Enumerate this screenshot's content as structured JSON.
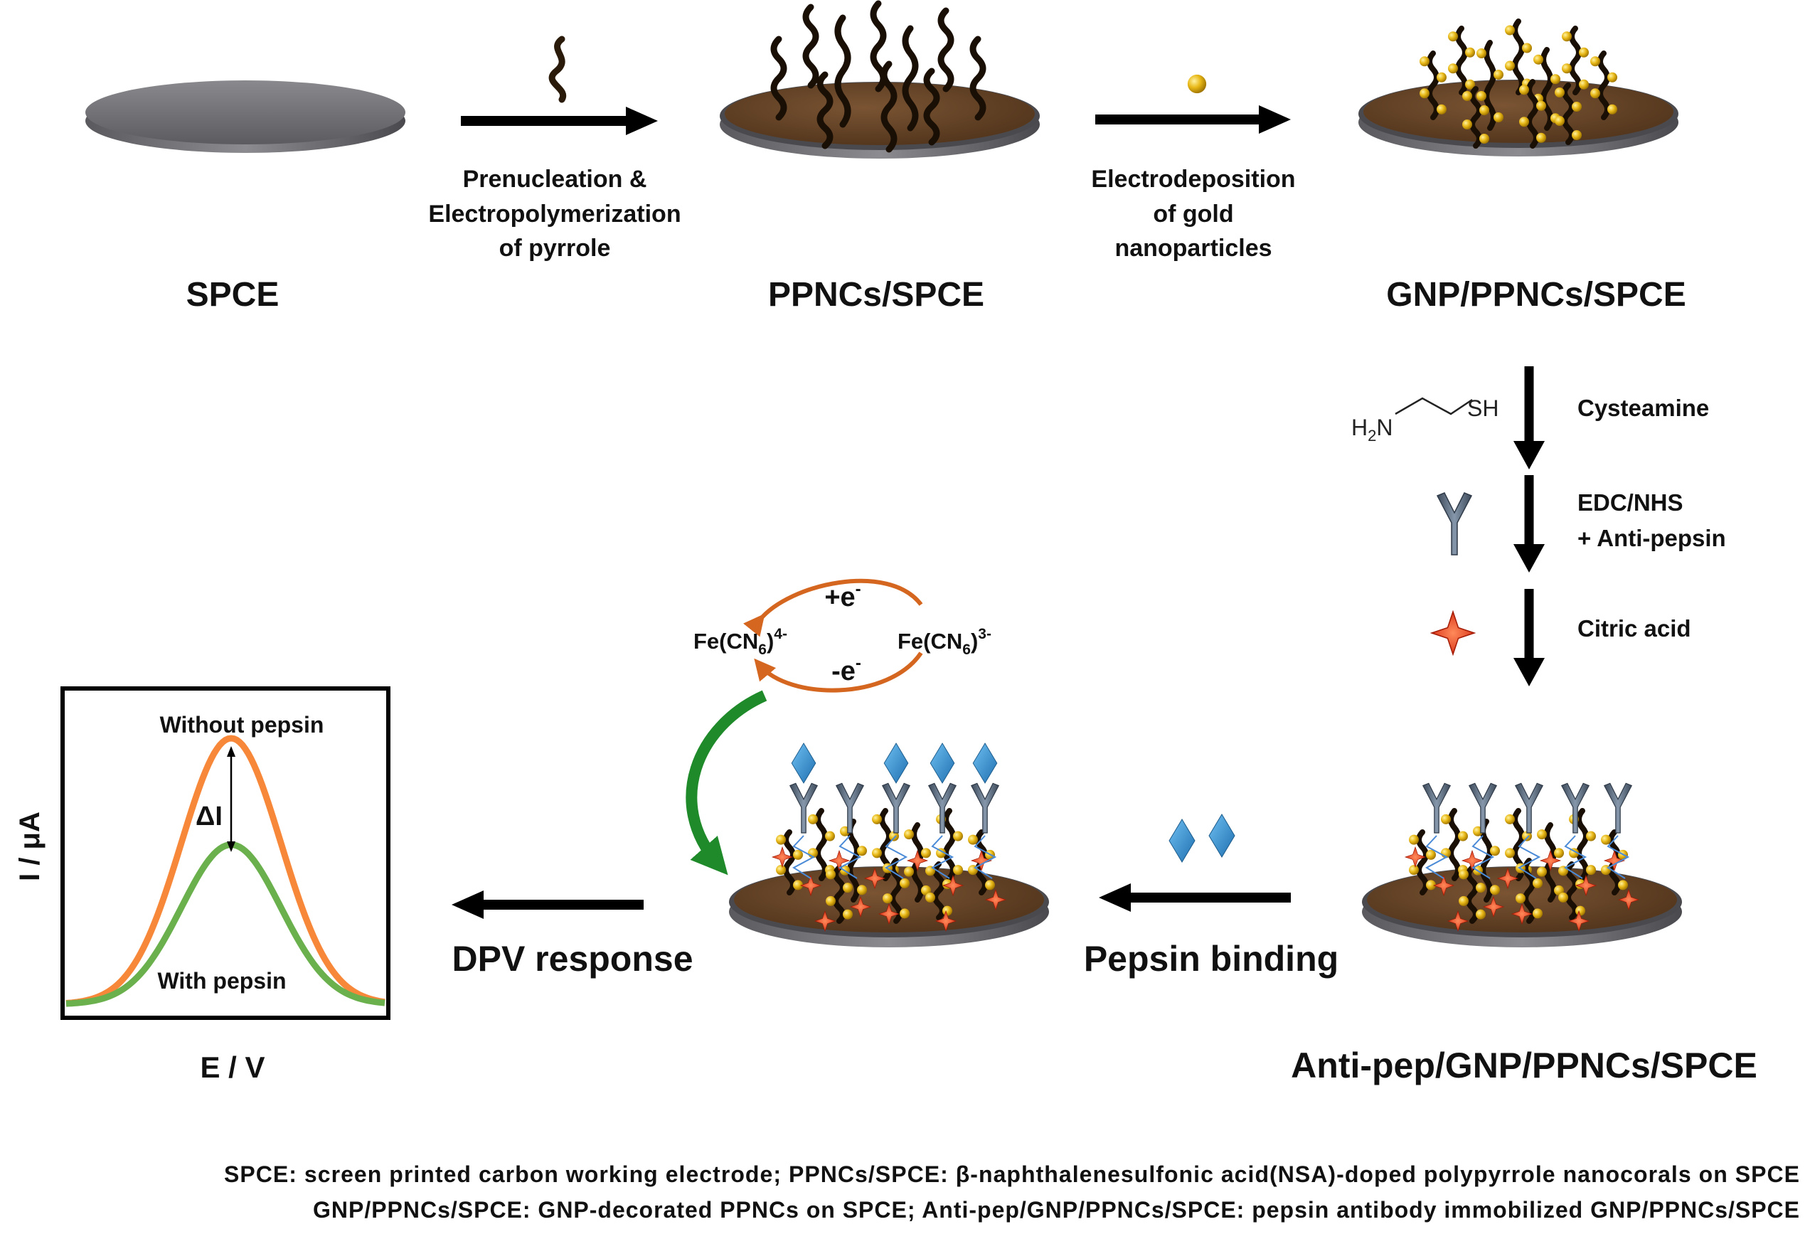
{
  "stages": {
    "spce": "SPCE",
    "ppncs": "PPNCs/SPCE",
    "gnp": "GNP/PPNCs/SPCE",
    "antipep": "Anti-pep/GNP/PPNCs/SPCE"
  },
  "steps": {
    "step1": [
      "Prenucleation  &",
      "Electropolymerization",
      "of pyrrole"
    ],
    "step2": [
      "Electrodeposition",
      "of gold",
      "nanoparticles"
    ],
    "cysteamine": "Cysteamine",
    "edc": [
      "EDC/NHS",
      "+ Anti-pepsin"
    ],
    "citric": "Citric acid",
    "pepsin_binding": "Pepsin binding",
    "dpv_response": "DPV response"
  },
  "molecule": {
    "h2n": "H",
    "h2n_sub": "2",
    "h2n_n": "N",
    "sh": "SH"
  },
  "redox": {
    "plus_e": "+e",
    "plus_e_sup": "-",
    "minus_e": "-e",
    "minus_e_sup": "-",
    "fe4": "Fe(CN",
    "fe4_sub": "6",
    "fe4_close": ")",
    "fe4_sup": "4-",
    "fe3": "Fe(CN",
    "fe3_sub": "6",
    "fe3_close": ")",
    "fe3_sup": "3-"
  },
  "chart_data": {
    "type": "line",
    "xlabel": "E / V",
    "ylabel": "I / μA",
    "series": [
      {
        "name": "Without pepsin",
        "color": "#f7883a",
        "peak": 1.0
      },
      {
        "name": "With pepsin",
        "color": "#6ab04c",
        "peak": 0.6
      }
    ],
    "annotation": "ΔI"
  },
  "legend": {
    "line1": "SPCE: screen printed carbon working electrode; PPNCs/SPCE: β-naphthalenesulfonic acid(NSA)-doped polypyrrole nanocorals on SPCE",
    "line2": "GNP/PPNCs/SPCE: GNP-decorated PPNCs on SPCE; Anti-pep/GNP/PPNCs/SPCE: pepsin antibody immobilized GNP/PPNCs/SPCE"
  },
  "colors": {
    "electrode_gray": "#6e6e72",
    "polymer_brown": "#5a3a1e",
    "gold": "#e8b817",
    "antibody": "#5f6e80",
    "pepsin": "#2e8fd6",
    "citric": "#e8351c",
    "redox_arrow": "#d4661f",
    "electron_arrow": "#1f8a2a"
  }
}
